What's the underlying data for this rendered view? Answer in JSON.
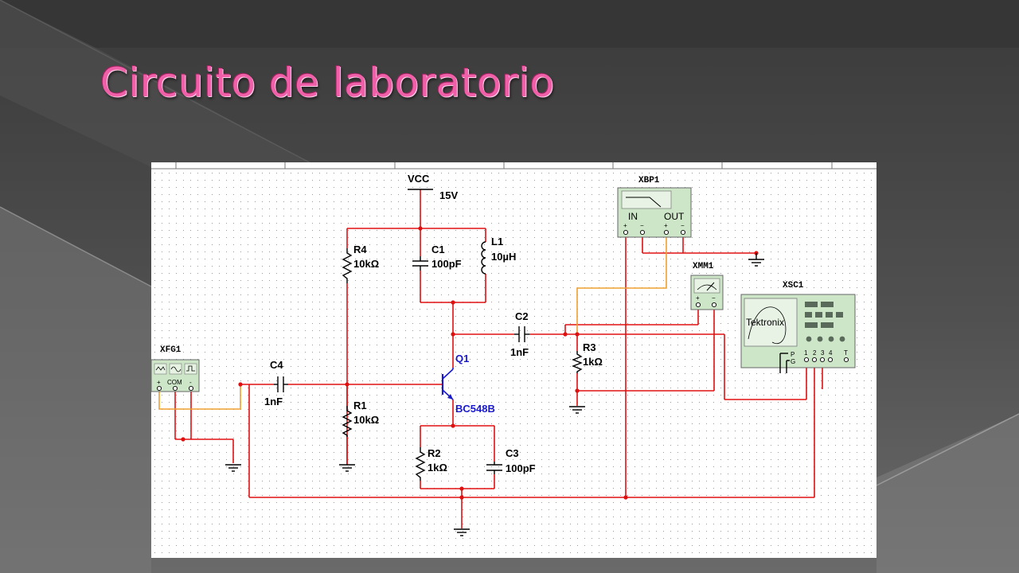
{
  "slide": {
    "title": "Circuito de laboratorio"
  },
  "schematic": {
    "supply": {
      "name": "VCC",
      "value": "15V"
    },
    "components": {
      "r4": {
        "ref": "R4",
        "value": "10kΩ"
      },
      "r1": {
        "ref": "R1",
        "value": "10kΩ"
      },
      "r2": {
        "ref": "R2",
        "value": "1kΩ"
      },
      "r3": {
        "ref": "R3",
        "value": "1kΩ"
      },
      "c1": {
        "ref": "C1",
        "value": "100pF"
      },
      "c2": {
        "ref": "C2",
        "value": "1nF"
      },
      "c3": {
        "ref": "C3",
        "value": "100pF"
      },
      "c4": {
        "ref": "C4",
        "value": "1nF"
      },
      "l1": {
        "ref": "L1",
        "value": "10µH"
      },
      "q1": {
        "ref": "Q1",
        "value": "BC548B"
      }
    },
    "instruments": {
      "xfg1": {
        "name": "XFG1",
        "pins": [
          "+",
          "COM",
          "-"
        ]
      },
      "xbp1": {
        "name": "XBP1",
        "in_label": "IN",
        "out_label": "OUT",
        "pins": [
          "+",
          "−",
          "+",
          "−"
        ]
      },
      "xmm1": {
        "name": "XMM1",
        "pins": [
          "+",
          "−"
        ]
      },
      "xsc1": {
        "name": "XSC1",
        "brand": "Tektronix",
        "pin_p": "P",
        "pin_g": "G",
        "channels": [
          "1",
          "2",
          "3",
          "4"
        ],
        "trigger": "T"
      }
    },
    "colors": {
      "wire": "#e01010",
      "probe_wire": "#f0a030",
      "transistor_label": "#1a1acc",
      "title": "#f060a8"
    }
  }
}
